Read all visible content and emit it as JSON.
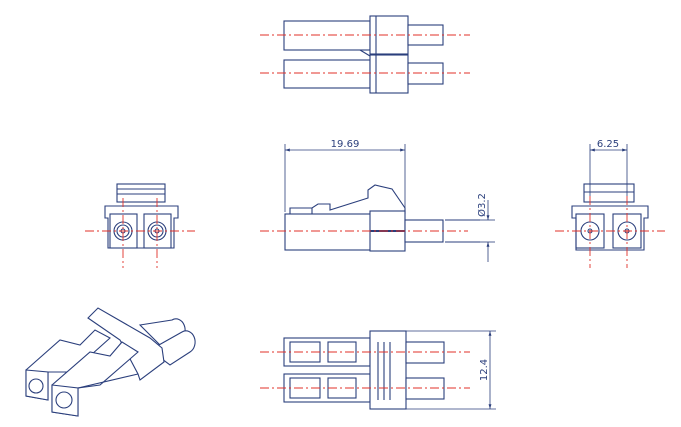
{
  "dimensions": {
    "length": "19.69",
    "diameter": "Ø3.2",
    "pitch": "6.25",
    "width": "12.4"
  },
  "colors": {
    "outline": "#2b3f7c",
    "centerline": "#e0302a"
  }
}
